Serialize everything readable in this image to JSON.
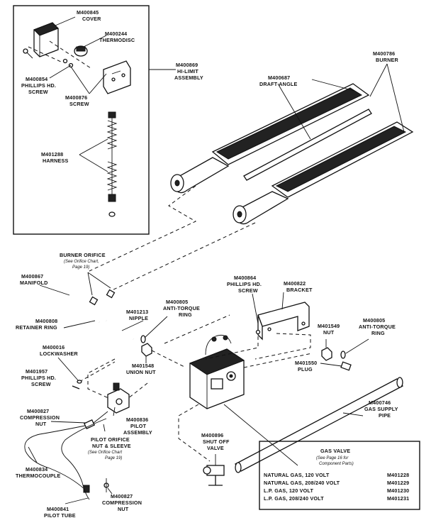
{
  "labels": {
    "cover": {
      "num": "M400845",
      "name": "COVER"
    },
    "thermodisc": {
      "num": "M400244",
      "name": "THERMODISC"
    },
    "phillips_screw_top": {
      "num": "M400854",
      "l1": "PHILLIPS HD.",
      "l2": "SCREW"
    },
    "screw_top": {
      "num": "M400876",
      "name": "SCREW"
    },
    "hi_limit": {
      "num": "M400869",
      "l1": "HI-LIMIT",
      "l2": "ASSEMBLY"
    },
    "harness": {
      "num": "M401288",
      "name": "HARNESS"
    },
    "draft_angle": {
      "num": "M400687",
      "name": "DRAFT ANGLE"
    },
    "burner": {
      "num": "M400786",
      "name": "BURNER"
    },
    "burner_orifice": {
      "l1": "BURNER ORIFICE",
      "l2": "(See Orifice Chart,",
      "l3": "Page 19)"
    },
    "manifold": {
      "num": "M400867",
      "name": "MANIFOLD"
    },
    "retainer_ring": {
      "num": "M400808",
      "name": "RETAINER RING"
    },
    "nipple": {
      "num": "M401213",
      "name": "NIPPLE"
    },
    "anti_torque_left": {
      "num": "M400805",
      "l1": "ANTI-TORQUE",
      "l2": "RING"
    },
    "phillips_screw_bracket": {
      "num": "M400864",
      "l1": "PHILLIPS HD.",
      "l2": "SCREW"
    },
    "bracket": {
      "num": "M400822",
      "name": "BRACKET"
    },
    "nut_right": {
      "num": "M401549",
      "name": "NUT"
    },
    "anti_torque_right": {
      "num": "M400805",
      "l1": "ANTI-TORQUE",
      "l2": "RING"
    },
    "lockwasher": {
      "num": "M400016",
      "name": "LOCKWASHER"
    },
    "union_nut": {
      "num": "M401548",
      "name": "UNION NUT"
    },
    "plug": {
      "num": "M401550",
      "name": "PLUG"
    },
    "phillips_screw_left": {
      "num": "M401957",
      "l1": "PHILLIPS HD.",
      "l2": "SCREW"
    },
    "compression_nut_top": {
      "num": "M400827",
      "l1": "COMPRESSION",
      "l2": "NUT"
    },
    "pilot_assembly": {
      "num": "M400836",
      "l1": "PILOT",
      "l2": "ASSEMBLY"
    },
    "gas_supply_pipe": {
      "num": "M400746",
      "l1": "GAS SUPPLY",
      "l2": "PIPE"
    },
    "pilot_orifice": {
      "l1": "PILOT ORIFICE",
      "l2": "NUT & SLEEVE",
      "l3": "(See Orifice Chart",
      "l4": "Page 19)"
    },
    "shut_off_valve": {
      "num": "M400896",
      "l1": "SHUT OFF",
      "l2": "VALVE"
    },
    "thermocouple": {
      "num": "M400834",
      "name": "THERMOCOUPLE"
    },
    "compression_nut_bottom": {
      "num": "M400827",
      "l1": "COMPRESSION",
      "l2": "NUT"
    },
    "pilot_tube": {
      "num": "M400841",
      "name": "PILOT TUBE"
    }
  },
  "gas_valve": {
    "title": "GAS VALVE",
    "note_l1": "(See Page 16 for",
    "note_l2": "Component Parts)",
    "rows": [
      {
        "desc": "NATURAL GAS, 120 VOLT",
        "num": "M401228"
      },
      {
        "desc": "NATURAL GAS, 208/240 VOLT",
        "num": "M401229"
      },
      {
        "desc": "L.P. GAS, 120 VOLT",
        "num": "M401230"
      },
      {
        "desc": "L.P. GAS, 208/240 VOLT",
        "num": "M401231"
      }
    ]
  }
}
